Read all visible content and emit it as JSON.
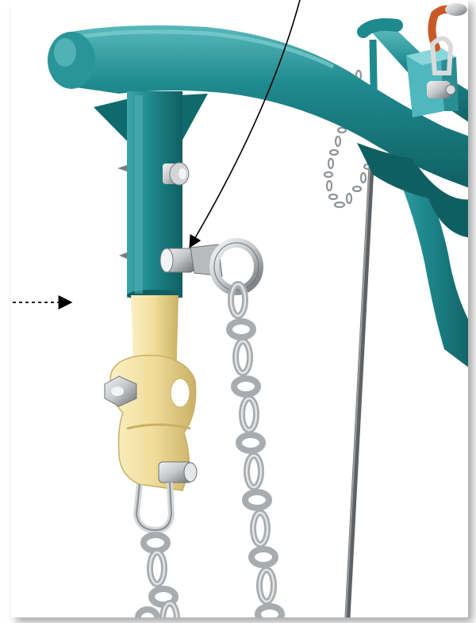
{
  "figure": {
    "parts": [
      "tube-frame",
      "vertical-post",
      "gusset-plate",
      "pin-bolt",
      "link-ring",
      "lower-extension",
      "clevis-bracket",
      "shackle",
      "lifting-chain",
      "small-chain",
      "vertical-rod",
      "hook",
      "mount-block"
    ],
    "callouts": [
      "leader-arrow-to-pin",
      "dotted-arrow-to-post"
    ],
    "colors": {
      "tube": "#1f8a8e",
      "tube_dark": "#0f5f62",
      "tube_light": "#58b8ba",
      "extension": "#f1dd9a",
      "extension_dark": "#c9b066",
      "metal": "#c4c6c8",
      "metal_dark": "#6e7275",
      "hook": "#c85a28",
      "block": "#4fb7bd",
      "leader": "#000000"
    }
  }
}
